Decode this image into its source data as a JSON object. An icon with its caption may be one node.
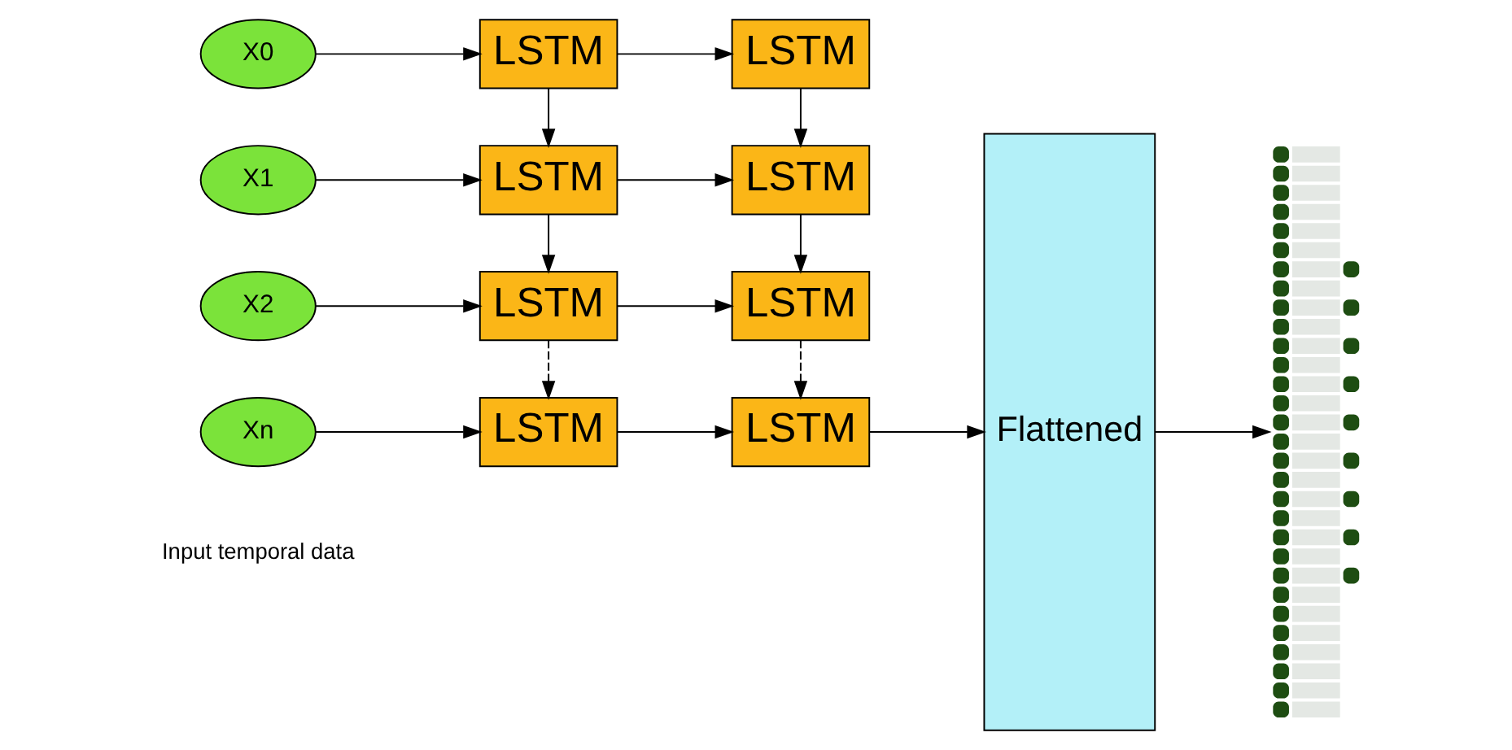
{
  "diagram": {
    "nodes": [
      {
        "text": [
          "X0"
        ]
      },
      {
        "text": [
          "X1"
        ]
      },
      {
        "text": [
          "X2"
        ]
      },
      {
        "text": [
          "Xn"
        ]
      },
      {
        "text": [
          "LSTM"
        ]
      },
      {
        "text": [
          "LSTM"
        ]
      },
      {
        "text": [
          "LSTM"
        ]
      },
      {
        "text": [
          "LSTM"
        ]
      },
      {
        "text": [
          "LSTM"
        ]
      },
      {
        "text": [
          "LSTM"
        ]
      },
      {
        "text": [
          "LSTM"
        ]
      },
      {
        "text": [
          "LSTM"
        ]
      },
      {
        "text": [
          "Flattened"
        ]
      },
      {
        "text": [],
        "shape": "picture"
      }
    ],
    "edges": [
      {
        "from": 0,
        "to": 4,
        "arrow": "to"
      },
      {
        "from": 4,
        "to": 8,
        "arrow": "to"
      },
      {
        "from": 1,
        "to": 5,
        "arrow": "to"
      },
      {
        "from": 5,
        "to": 9,
        "arrow": "to"
      },
      {
        "from": 2,
        "to": 6,
        "arrow": "to"
      },
      {
        "from": 6,
        "to": 10,
        "arrow": "to"
      },
      {
        "from": 3,
        "to": 7,
        "arrow": "to"
      },
      {
        "from": 7,
        "to": 11,
        "arrow": "to"
      },
      {
        "from": 4,
        "to": 5,
        "arrow": "to"
      },
      {
        "from": 5,
        "to": 6,
        "arrow": "to"
      },
      {
        "from": 6,
        "to": 7,
        "arrow": "to",
        "style": "dashed"
      },
      {
        "from": 8,
        "to": 9,
        "arrow": "to"
      },
      {
        "from": 9,
        "to": 10,
        "arrow": "to"
      },
      {
        "from": 10,
        "to": 11,
        "arrow": "to",
        "style": "dashed"
      },
      {
        "from": 11,
        "to": 12,
        "arrow": "to"
      },
      {
        "from": 12,
        "to": 13,
        "arrow": "to"
      }
    ],
    "labels": [
      "Input temporal data"
    ]
  }
}
